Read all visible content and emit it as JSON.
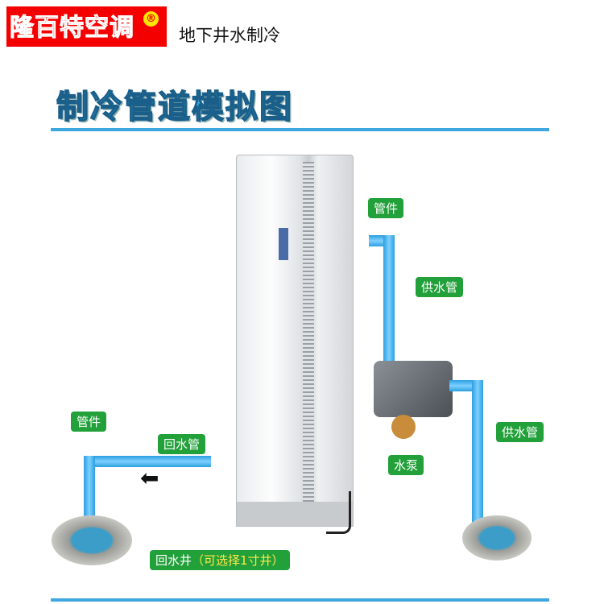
{
  "brand": {
    "name": "隆百特空调",
    "registered_mark": "®",
    "red": "#f40000"
  },
  "subtitle": "地下井水制冷",
  "heading": "制冷管道模拟图",
  "labels": {
    "fitting_right": "管件",
    "supply_pipe_top": "供水管",
    "pump": "水泵",
    "supply_pipe_right": "供水管",
    "fitting_left": "管件",
    "return_pipe": "回水管",
    "return_well": "回水井",
    "return_well_note": "（可选择1寸井）"
  },
  "colors": {
    "pipe": "#2b9fe0",
    "label": "#22a03a",
    "accent": "#3ea7e0"
  }
}
